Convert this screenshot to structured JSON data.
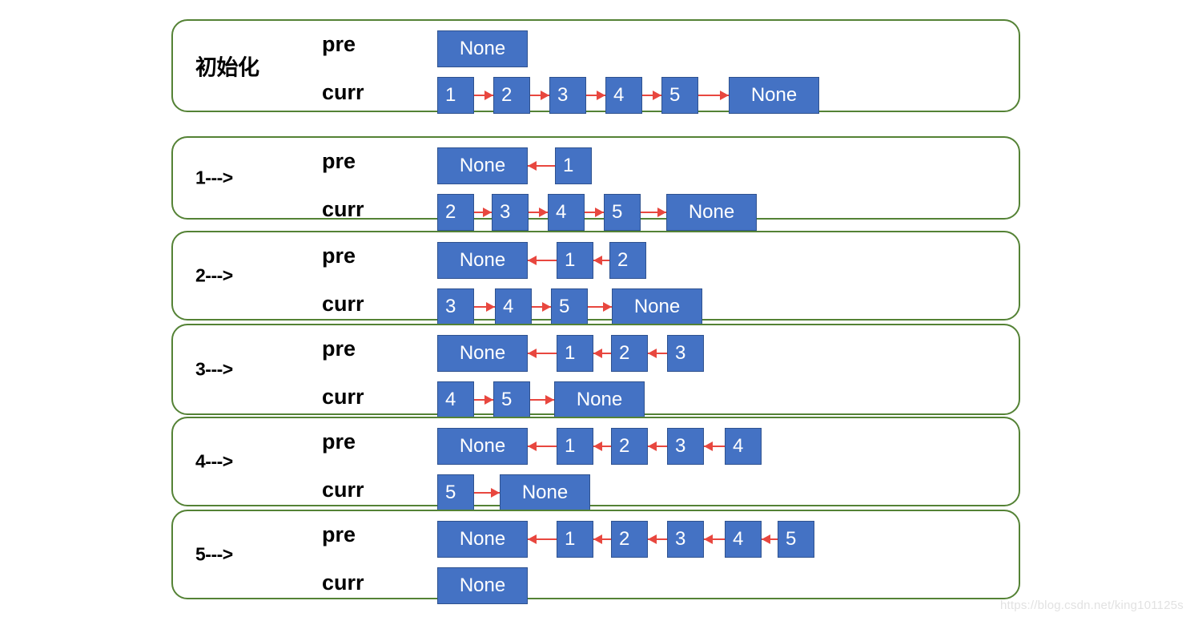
{
  "diagram": {
    "title": "Linked list reversal (pre / curr) step diagram",
    "colors": {
      "card_border": "#548235",
      "node_fill": "#4472C4",
      "node_border": "#2F528F",
      "arrow": "#E8473F",
      "node_text": "#FFFFFF",
      "label_text": "#000000",
      "watermark": "#E2E2E2"
    },
    "var_labels": {
      "pre": "pre",
      "curr": "curr"
    },
    "watermark": "https://blog.csdn.net/king101125s",
    "steps": [
      {
        "id": "init",
        "label": "初始化",
        "pre": {
          "nodes": [
            "None"
          ],
          "arrow": "none"
        },
        "curr": {
          "nodes": [
            "1",
            "2",
            "3",
            "4",
            "5",
            "None"
          ],
          "arrow": "right"
        }
      },
      {
        "id": "step-1",
        "label": "1--->",
        "pre": {
          "nodes": [
            "None",
            "1"
          ],
          "arrow": "left"
        },
        "curr": {
          "nodes": [
            "2",
            "3",
            "4",
            "5",
            "None"
          ],
          "arrow": "right"
        }
      },
      {
        "id": "step-2",
        "label": "2--->",
        "pre": {
          "nodes": [
            "None",
            "1",
            "2"
          ],
          "arrow": "left"
        },
        "curr": {
          "nodes": [
            "3",
            "4",
            "5",
            "None"
          ],
          "arrow": "right"
        }
      },
      {
        "id": "step-3",
        "label": "3--->",
        "pre": {
          "nodes": [
            "None",
            "1",
            "2",
            "3"
          ],
          "arrow": "left"
        },
        "curr": {
          "nodes": [
            "4",
            "5",
            "None"
          ],
          "arrow": "right"
        }
      },
      {
        "id": "step-4",
        "label": "4--->",
        "pre": {
          "nodes": [
            "None",
            "1",
            "2",
            "3",
            "4"
          ],
          "arrow": "left"
        },
        "curr": {
          "nodes": [
            "5",
            "None"
          ],
          "arrow": "right"
        }
      },
      {
        "id": "step-5",
        "label": "5--->",
        "pre": {
          "nodes": [
            "None",
            "1",
            "2",
            "3",
            "4",
            "5"
          ],
          "arrow": "left"
        },
        "curr": {
          "nodes": [
            "None"
          ],
          "arrow": "none"
        }
      }
    ],
    "layout": {
      "card_tops": [
        24,
        170,
        288,
        404,
        520,
        636
      ],
      "card_heights": [
        116,
        104,
        112,
        114,
        112,
        112
      ],
      "gaps": {
        "init_curr": [
          24,
          24,
          24,
          24,
          38
        ],
        "step1_pre": [
          34
        ],
        "step1_curr": [
          22,
          24,
          24,
          32
        ],
        "step2_pre": [
          36,
          20
        ],
        "step2_curr": [
          26,
          24,
          30
        ],
        "step3_pre": [
          36,
          22,
          24
        ],
        "step3_curr": [
          24,
          30
        ],
        "step4_pre": [
          36,
          22,
          24,
          26
        ],
        "step4_curr": [
          32
        ],
        "step5_pre": [
          36,
          22,
          24,
          26,
          20
        ],
        "step5_curr": []
      }
    }
  }
}
